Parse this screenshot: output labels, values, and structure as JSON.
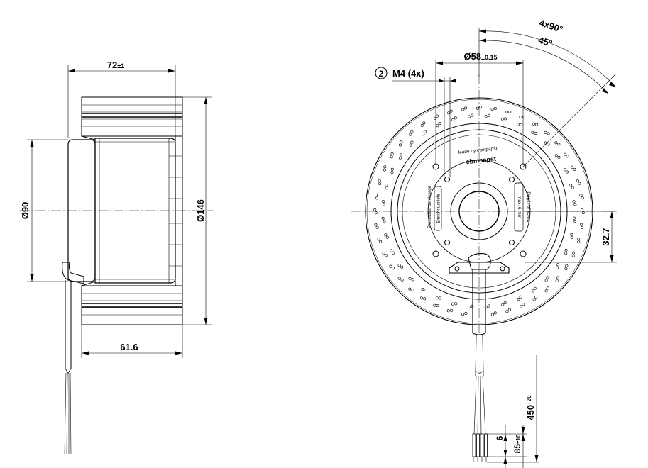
{
  "side_view": {
    "dim_width_total": "72",
    "dim_width_total_tol": "±1",
    "dim_motor_diameter": "Ø90",
    "dim_impeller_diameter": "Ø146",
    "dim_body_width": "61.6"
  },
  "front_view": {
    "dim_angle_total": "4x90°",
    "dim_angle_offset": "45°",
    "dim_bolt_circle": "Ø58",
    "dim_bolt_circle_tol": "±0.15",
    "callout_number": "2",
    "callout_screw": "M4 (4x)",
    "dim_offset": "32.7",
    "dim_cable_length": "450",
    "dim_cable_length_tol": "+20",
    "dim_strip": "6",
    "dim_end": "85",
    "dim_end_tol": "±10",
    "logo_text": "ebmpapst",
    "made_by_text": "Made by ebmpapst",
    "label_depth": "Depth of screw",
    "label_max": "max. 6 mm",
    "label_profondeur": "Profondeur de vissage",
    "label_einschraubtiefe": "Einschraubtiefe"
  },
  "colors": {
    "line": "#000000",
    "background": "#ffffff"
  }
}
